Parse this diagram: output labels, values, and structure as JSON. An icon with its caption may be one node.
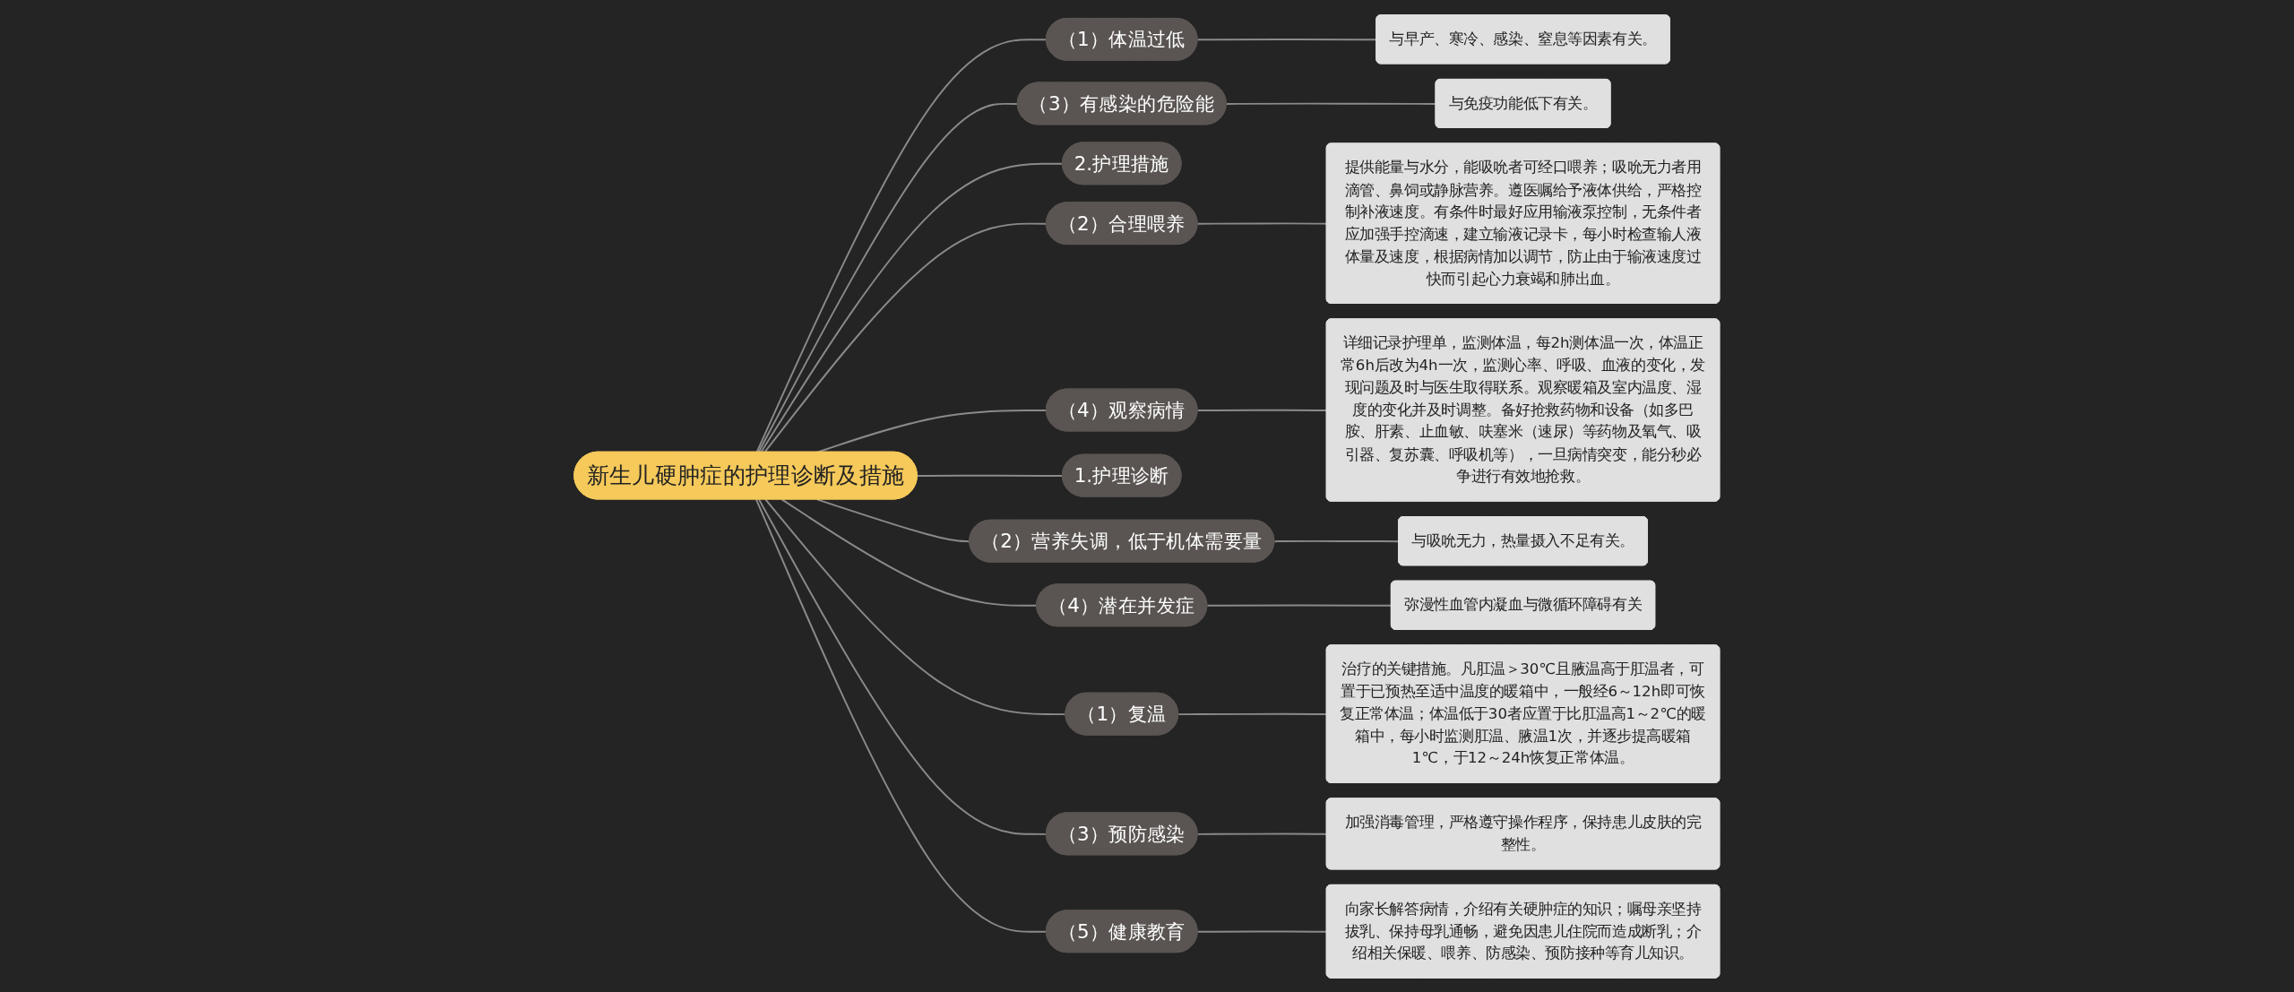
{
  "diagram": {
    "nodes": [
      {
        "text": [
          "新生儿硬肿症的护理诊断及措施"
        ]
      },
      {
        "text": [
          "（1）体温过低"
        ]
      },
      {
        "text": [
          "与早产、寒冷、感染、窒息等因素有关。"
        ]
      },
      {
        "text": [
          "（3）有感染的危险能"
        ]
      },
      {
        "text": [
          "与免疫功能低下有关。"
        ]
      },
      {
        "text": [
          "2.护理措施"
        ]
      },
      {
        "text": [
          "（2）合理喂养"
        ]
      },
      {
        "text": [
          "提供能量与水分，能吸吮者可经口喂养；吸吮无力者用滴管、鼻饲或静脉营养。遵医嘱给予液体供给，严格控制补液速度。有条件时最好应用输液泵控制，无条件者应加强手控滴速，建立输液记录卡，每小时检查输人液体量及速度，根据病情加以调节，防止由于输液速度过快而引起心力衰竭和肺出血。"
        ]
      },
      {
        "text": [
          "（4）观察病情"
        ]
      },
      {
        "text": [
          "详细记录护理单，监测体温，每2h测体温一次，体温正常6h后改为4h一次，监测心率、呼吸、血液的变化，发现问题及时与医生取得联系。观察暖箱及室内温度、湿度的变化并及时调整。备好抢救药物和设备（如多巴胺、肝素、止血敏、呋塞米（速尿）等药物及氧气、吸引器、复苏囊、呼吸机等），一旦病情突变，能分秒必争进行有效地抢救。"
        ]
      },
      {
        "text": [
          "1.护理诊断"
        ]
      },
      {
        "text": [
          "（2）营养失调，低于机体需要量"
        ]
      },
      {
        "text": [
          "与吸吮无力，热量摄入不足有关。"
        ]
      },
      {
        "text": [
          "（4）潜在并发症"
        ]
      },
      {
        "text": [
          "弥漫性血管内凝血与微循环障碍有关"
        ]
      },
      {
        "text": [
          "（1）复温"
        ]
      },
      {
        "text": [
          "治疗的关键措施。凡肛温＞30℃且腋温高于肛温者，可置于已预热至适中温度的暖箱中，一般经6～12h即可恢复正常体温；体温低于30者应置于比肛温高1～2℃的暖箱中，每小时监测肛温、腋温1次，并逐步提高暖箱1℃，于12～24h恢复正常体温。"
        ]
      },
      {
        "text": [
          "（3）预防感染"
        ]
      },
      {
        "text": [
          "加强消毒管理，严格遵守操作程序，保持患儿皮肤的完整性。"
        ]
      },
      {
        "text": [
          "（5）健康教育"
        ]
      },
      {
        "text": [
          "向家长解答病情，介绍有关硬肿症的知识；嘱母亲坚持拔乳、保持母乳通畅，避免因患儿住院而造成断乳；介绍相关保暖、喂养、防感染、预防接种等育儿知识。"
        ]
      }
    ],
    "edges": [
      {
        "from": 0,
        "to": 1,
        "arrow": "none"
      },
      {
        "from": 1,
        "to": 2,
        "arrow": "none"
      },
      {
        "from": 0,
        "to": 3,
        "arrow": "none"
      },
      {
        "from": 3,
        "to": 4,
        "arrow": "none"
      },
      {
        "from": 0,
        "to": 5,
        "arrow": "none"
      },
      {
        "from": 0,
        "to": 6,
        "arrow": "none"
      },
      {
        "from": 6,
        "to": 7,
        "arrow": "none"
      },
      {
        "from": 0,
        "to": 8,
        "arrow": "none"
      },
      {
        "from": 8,
        "to": 9,
        "arrow": "none"
      },
      {
        "from": 0,
        "to": 10,
        "arrow": "none"
      },
      {
        "from": 0,
        "to": 11,
        "arrow": "none"
      },
      {
        "from": 11,
        "to": 12,
        "arrow": "none"
      },
      {
        "from": 0,
        "to": 13,
        "arrow": "none"
      },
      {
        "from": 13,
        "to": 14,
        "arrow": "none"
      },
      {
        "from": 0,
        "to": 15,
        "arrow": "none"
      },
      {
        "from": 15,
        "to": 16,
        "arrow": "none"
      },
      {
        "from": 0,
        "to": 17,
        "arrow": "none"
      },
      {
        "from": 17,
        "to": 18,
        "arrow": "none"
      },
      {
        "from": 0,
        "to": 19,
        "arrow": "none"
      },
      {
        "from": 19,
        "to": 20,
        "arrow": "none"
      }
    ]
  }
}
